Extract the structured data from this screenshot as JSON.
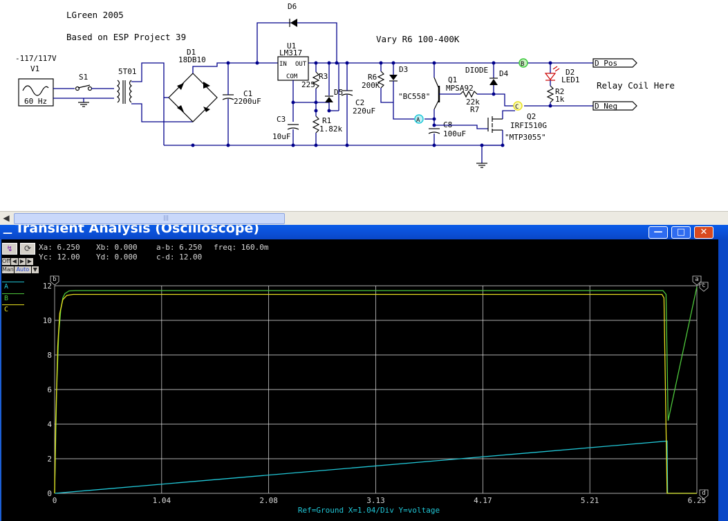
{
  "schematic": {
    "author_note": "LGreen 2005",
    "based_on_note": "Based on ESP Project 39",
    "vary_note": "Vary R6 100-400K",
    "relay_note": "Relay Coil Here",
    "components": {
      "v1": {
        "value": "-117/117V",
        "ref": "V1",
        "freq": "60 Hz"
      },
      "s1": {
        "ref": "S1"
      },
      "t1": {
        "ref": "5T01"
      },
      "d1": {
        "ref": "D1",
        "part": "18DB10"
      },
      "c1": {
        "ref": "C1",
        "value": "2200uF"
      },
      "d6": {
        "ref": "D6"
      },
      "u1": {
        "ref": "U1",
        "part": "LM317",
        "pin_in": "IN",
        "pin_out": "OUT",
        "pin_com": "COM"
      },
      "r3": {
        "ref": "R3",
        "value": "225"
      },
      "d5": {
        "ref": "D5"
      },
      "c2": {
        "ref": "C2",
        "value": "220uF"
      },
      "c3": {
        "ref": "C3",
        "value": "10uF"
      },
      "r1": {
        "ref": "R1",
        "value": "1.82k"
      },
      "r6": {
        "ref": "R6",
        "value": "200K"
      },
      "d3": {
        "ref": "D3"
      },
      "q1": {
        "ref": "Q1",
        "part": "MPSA92",
        "alias": "\"BC558\""
      },
      "diode": {
        "label": "DIODE"
      },
      "d4": {
        "ref": "D4"
      },
      "r7": {
        "ref": "R7",
        "value": "22k"
      },
      "c8": {
        "ref": "C8",
        "value": "100uF"
      },
      "q2": {
        "ref": "Q2",
        "part": "IRFI510G",
        "alias": "\"MTP3055\""
      },
      "d2": {
        "ref": "D2",
        "part": "LED1"
      },
      "r2": {
        "ref": "R2",
        "value": "1k"
      }
    },
    "ports": {
      "pos": "D_Pos",
      "neg": "D_Neg"
    },
    "probes": [
      {
        "label": "A",
        "color": "#21c8d8"
      },
      {
        "label": "B",
        "color": "#3cc83c"
      },
      {
        "label": "C",
        "color": "#e8e020"
      }
    ]
  },
  "scope": {
    "title": "Transient Analysis (Oscilloscope)",
    "controls": {
      "man": "Man",
      "auto": "Auto",
      "off": "Off"
    },
    "readouts": {
      "xa": "Xa: 6.250",
      "xb": "Xb: 0.000",
      "ab": "a-b: 6.250",
      "freq": "freq: 160.0m",
      "yc": "Yc: 12.00",
      "yd": "Yd: 0.000",
      "cd": "c-d: 12.00"
    },
    "channels": [
      {
        "label": "A",
        "color": "#21c8d8"
      },
      {
        "label": "B",
        "color": "#4ec83c"
      },
      {
        "label": "C",
        "color": "#e8e020"
      }
    ],
    "cursor_labels": {
      "a": "a",
      "b": "b",
      "c": "c",
      "d": "d"
    },
    "footer": "Ref=Ground  X=1.04/Div Y=voltage",
    "grid_color": "#e8e8e8",
    "axis_color": "#dcdcdc"
  },
  "chart_data": {
    "type": "line",
    "xlim": [
      0,
      6.25
    ],
    "ylim": [
      0,
      12
    ],
    "x_ticks": [
      "0",
      "1.04",
      "2.08",
      "3.13",
      "4.17",
      "5.21",
      "6.25"
    ],
    "y_ticks": [
      "0",
      "2",
      "4",
      "6",
      "8",
      "10",
      "12"
    ],
    "footer": "Ref=Ground  X=1.04/Div Y=voltage",
    "series": [
      {
        "name": "A",
        "color": "#21c8d8",
        "x": [
          0,
          0.04,
          5.96,
          5.965,
          6.25
        ],
        "y": [
          0,
          0.02,
          3.02,
          0,
          0
        ]
      },
      {
        "name": "B",
        "color": "#4ec83c",
        "x": [
          0,
          0.01,
          0.02,
          0.04,
          0.06,
          0.08,
          0.1,
          0.14,
          0.2,
          5.92,
          5.95,
          5.97,
          6.25
        ],
        "y": [
          0,
          3,
          6,
          9.2,
          10.6,
          11.3,
          11.55,
          11.7,
          11.72,
          11.72,
          11.5,
          4.2,
          11.95
        ]
      },
      {
        "name": "C",
        "color": "#e8e020",
        "x": [
          0,
          0.01,
          0.03,
          0.05,
          0.08,
          0.12,
          0.18,
          5.91,
          5.93,
          5.96,
          6.25
        ],
        "y": [
          0,
          4,
          8.5,
          10.4,
          11.2,
          11.45,
          11.5,
          11.5,
          11.3,
          0,
          0
        ]
      }
    ]
  }
}
